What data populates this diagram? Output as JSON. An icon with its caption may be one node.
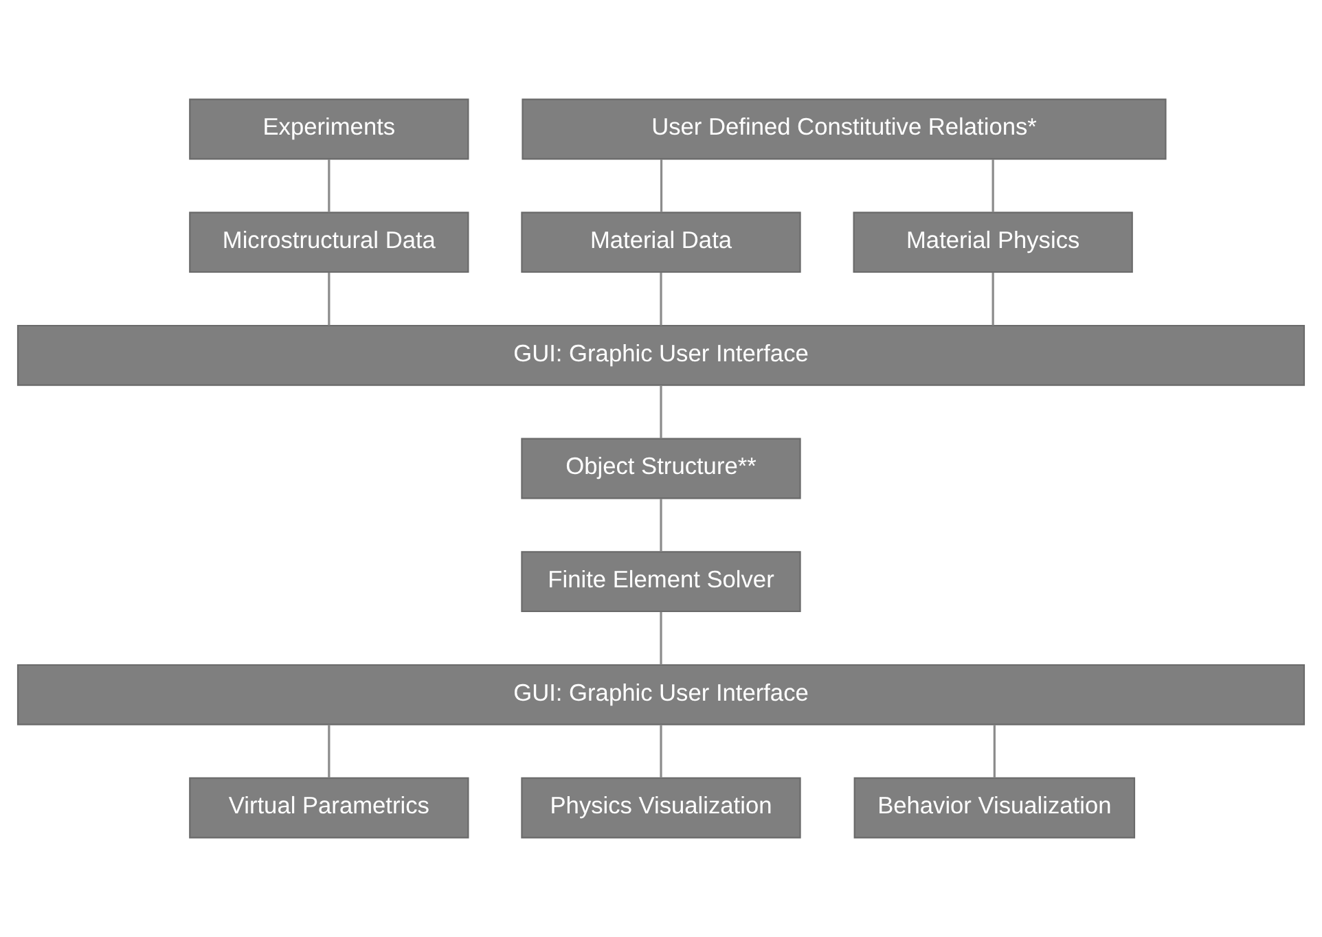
{
  "diagram": {
    "nodes": [
      {
        "text": [
          "Experiments"
        ]
      },
      {
        "text": [
          "User Defined Constitutive Relations*"
        ]
      },
      {
        "text": [
          "Microstructural Data"
        ]
      },
      {
        "text": [
          "Material Data"
        ]
      },
      {
        "text": [
          "Material Physics"
        ]
      },
      {
        "text": [
          "GUI: Graphic User Interface"
        ]
      },
      {
        "text": [
          "Object Structure**"
        ]
      },
      {
        "text": [
          "Finite Element Solver"
        ]
      },
      {
        "text": [
          "GUI: Graphic User Interface"
        ]
      },
      {
        "text": [
          "Virtual Parametrics"
        ]
      },
      {
        "text": [
          "Physics Visualization"
        ]
      },
      {
        "text": [
          "Behavior Visualization"
        ]
      }
    ],
    "edges": [
      {
        "from": 0,
        "to": 2,
        "arrow": "none"
      },
      {
        "from": 1,
        "to": 3,
        "arrow": "none"
      },
      {
        "from": 1,
        "to": 4,
        "arrow": "none"
      },
      {
        "from": 2,
        "to": 5,
        "arrow": "none"
      },
      {
        "from": 3,
        "to": 5,
        "arrow": "none"
      },
      {
        "from": 4,
        "to": 5,
        "arrow": "none"
      },
      {
        "from": 5,
        "to": 6,
        "arrow": "none"
      },
      {
        "from": 6,
        "to": 7,
        "arrow": "none"
      },
      {
        "from": 7,
        "to": 8,
        "arrow": "none"
      },
      {
        "from": 8,
        "to": 9,
        "arrow": "none"
      },
      {
        "from": 8,
        "to": 10,
        "arrow": "none"
      },
      {
        "from": 8,
        "to": 11,
        "arrow": "none"
      }
    ]
  }
}
